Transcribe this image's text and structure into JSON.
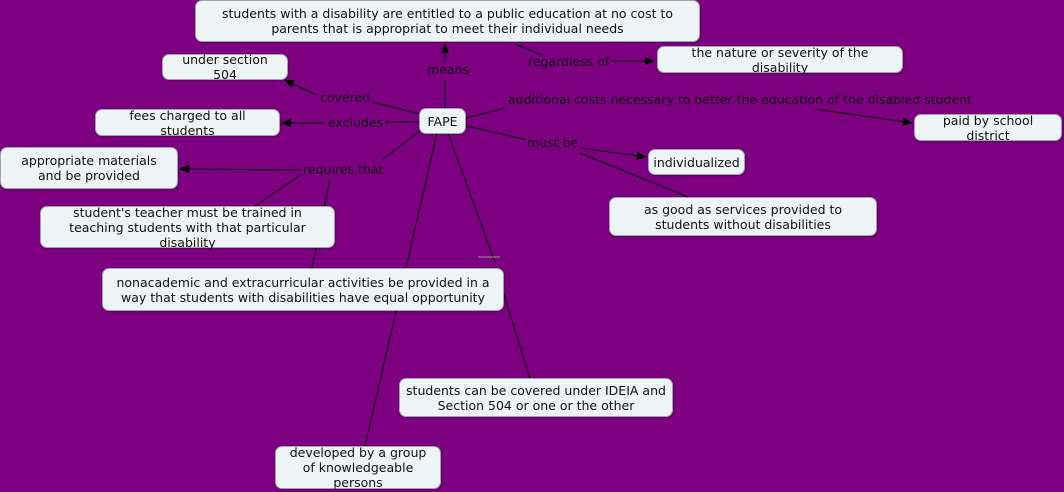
{
  "center": {
    "label": "FAPE"
  },
  "concepts": {
    "definition": "students with a disability are entitled to a public education at no cost to parents that is appropriat to meet their individual needs",
    "nature": "the nature or severity of the disability",
    "section504": "under section 504",
    "fees": "fees charged to all students",
    "paid": "paid by school district",
    "materials": "appropriate materials and be provided",
    "individualized": "individualized",
    "good_as": "as good as services provided to students without disabilities",
    "teacher": "student's teacher must be trained in teaching students with that particular disability",
    "nonacademic": "nonacademic and extracurricular activities be provided in a way that students with disabilities have equal opportunity",
    "ideia": "students can be covered under IDEIA and Section 504 or one or the other",
    "developed": "developed by a group of knowledgeable persons"
  },
  "link_labels": {
    "means": "means",
    "regardless": "regardless of",
    "covered": "covered",
    "excludes": "excludes",
    "additional": "additional costs necessary to better the education of the disabled student",
    "must_be": "must be",
    "requires": "requires that"
  },
  "colors": {
    "background": "#7d0080",
    "node_fill": "#eef3f6",
    "node_border": "#9aa7b0",
    "line": "#000000"
  }
}
